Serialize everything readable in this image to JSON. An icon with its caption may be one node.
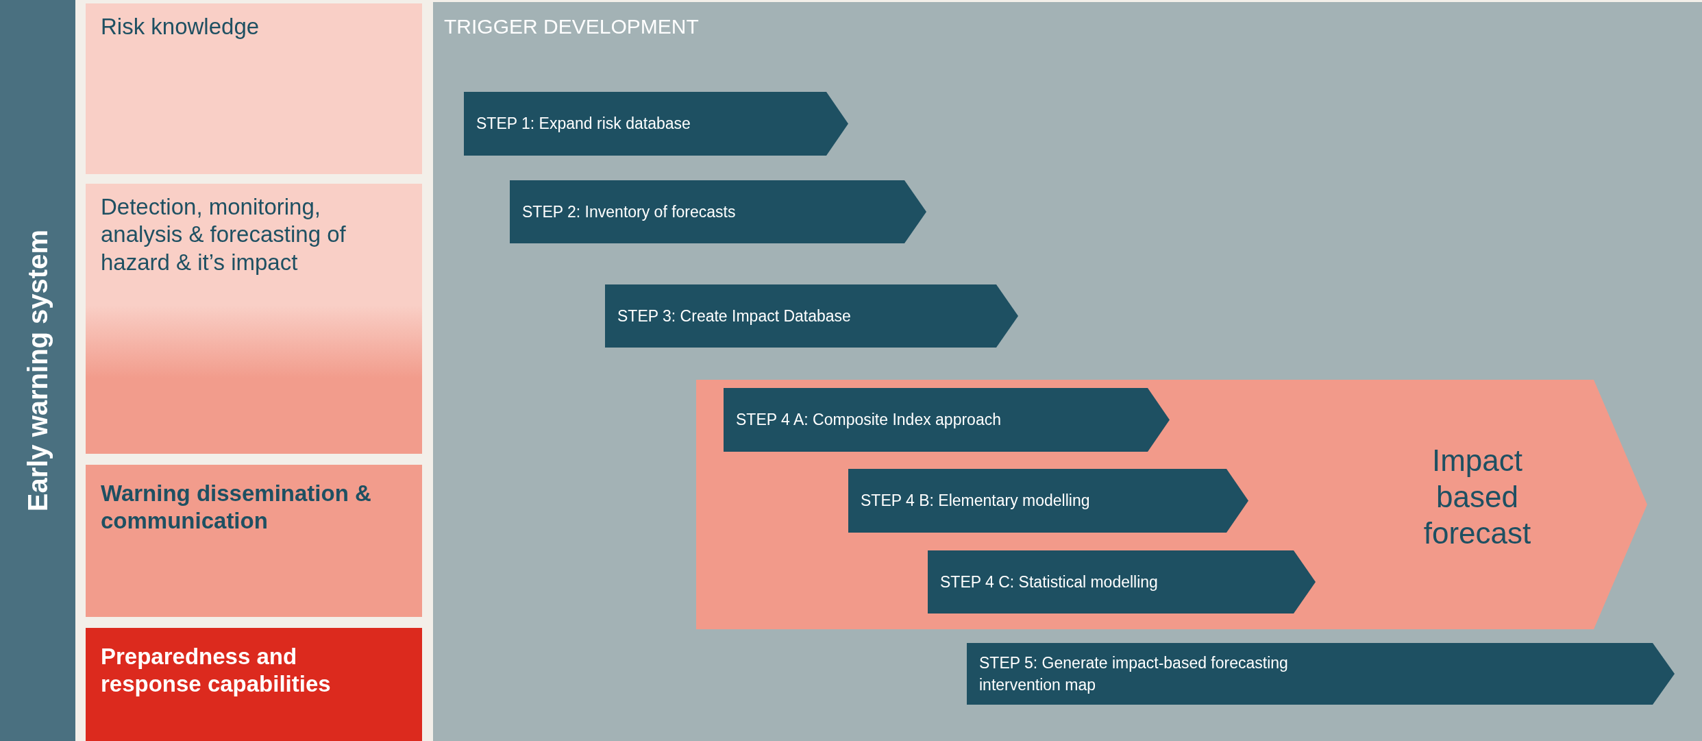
{
  "diagram": {
    "nodes": [
      {
        "text": [
          "Early warning system"
        ]
      },
      {
        "text": [
          "Risk knowledge"
        ]
      },
      {
        "text": [
          "Detection, monitoring, analysis & forecasting of hazard & it’s impact"
        ]
      },
      {
        "text": [
          "Warning dissemination & communication"
        ]
      },
      {
        "text": [
          "Preparedness and response capabilities"
        ]
      },
      {
        "text": [
          "TRIGGER DEVELOPMENT"
        ]
      },
      {
        "text": [
          "STEP 1: Expand risk database"
        ],
        "in": 5
      },
      {
        "text": [
          "STEP 2: Inventory of forecasts"
        ],
        "in": 5
      },
      {
        "text": [
          "STEP 3: Create Impact Database"
        ],
        "in": 5
      },
      {
        "text": [
          "Impact based forecast"
        ],
        "in": 5
      },
      {
        "text": [
          "STEP 4 A: Composite Index approach"
        ],
        "in": 9
      },
      {
        "text": [
          "STEP 4 B: Elementary modelling"
        ],
        "in": 9
      },
      {
        "text": [
          "STEP 4 C: Statistical modelling"
        ],
        "in": 9
      },
      {
        "text": [
          "STEP 5: Generate impact-based forecasting intervention map"
        ],
        "in": 5
      }
    ]
  }
}
